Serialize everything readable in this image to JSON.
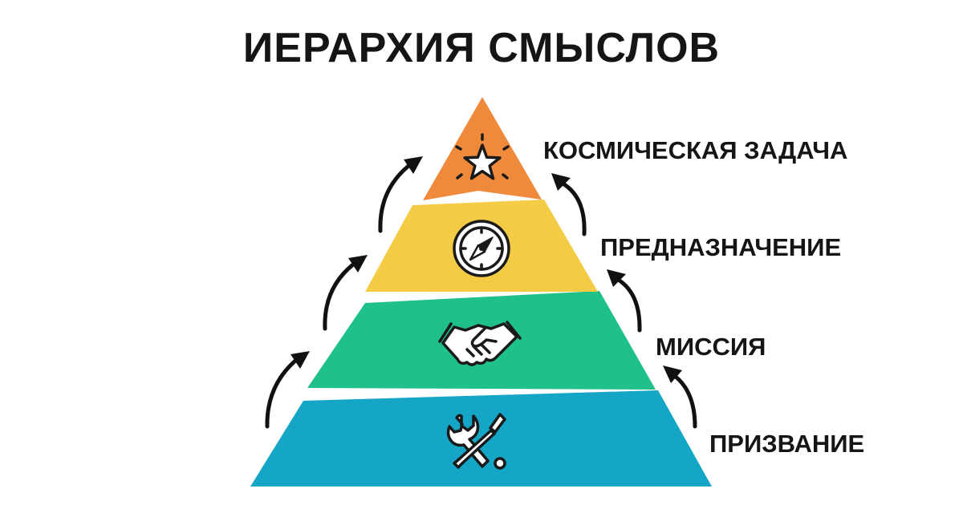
{
  "title": "ИЕРАРХИЯ СМЫСЛОВ",
  "levels": [
    {
      "label": "КОСМИЧЕСКАЯ ЗАДАЧА",
      "color": "#EF8A3C",
      "icon": "star-icon"
    },
    {
      "label": "ПРЕДНАЗНАЧЕНИЕ",
      "color": "#F3CB45",
      "icon": "compass-icon"
    },
    {
      "label": "МИССИЯ",
      "color": "#1FC08A",
      "icon": "handshake-icon"
    },
    {
      "label": "ПРИЗВАНИЕ",
      "color": "#15A6C7",
      "icon": "tools-icon"
    }
  ]
}
